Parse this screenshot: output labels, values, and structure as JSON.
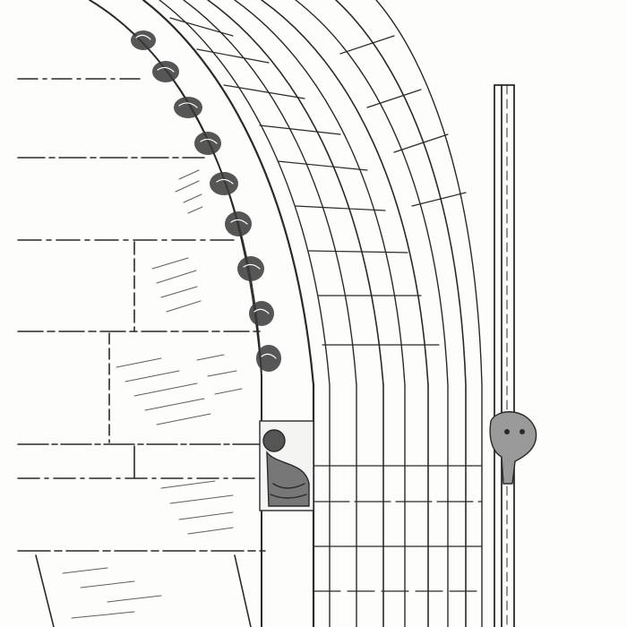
{
  "image": {
    "kind": "engraving",
    "subject": "gothic-portal-archivolt",
    "ink_color": "#2a2a2a",
    "paper_color": "#fdfdfc"
  },
  "elements": {
    "masonry_wall": "ashlar-masonry",
    "arch_moldings": "archivolt-moldings",
    "foliage_band": "carved-foliage-band",
    "corbel_figure": "seated-figure-corbel",
    "right_pilaster": "pilaster-shaft",
    "right_carving": "small-carved-head",
    "jamb_shafts": "jamb-colonnettes"
  }
}
